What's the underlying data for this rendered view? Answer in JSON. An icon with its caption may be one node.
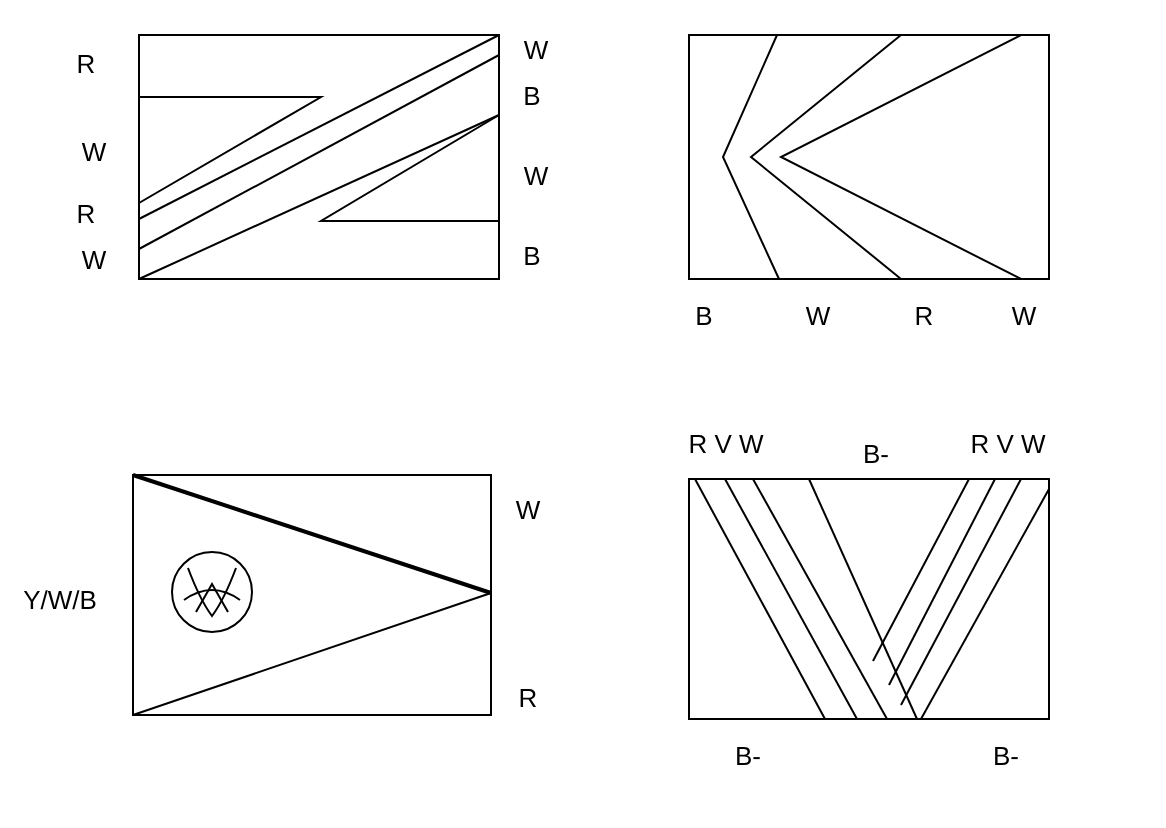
{
  "diagram": {
    "labels": [
      "R",
      "W",
      "R",
      "W",
      "W",
      "B",
      "W",
      "B",
      "B",
      "W",
      "R",
      "W",
      "W",
      "Y/W/B",
      "R",
      "R V W",
      "B-",
      "R V W",
      "B-",
      "B-"
    ]
  }
}
